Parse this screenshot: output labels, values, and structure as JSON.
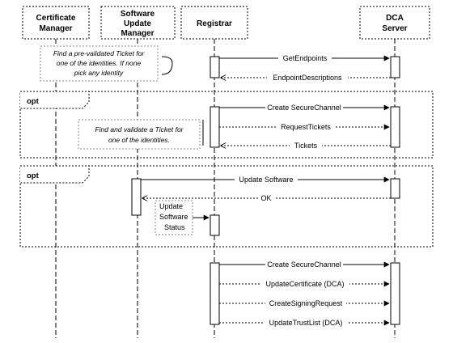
{
  "diagram": {
    "type": "sequence",
    "participants": [
      {
        "id": "cm",
        "lines": [
          "Certificate",
          "Manager"
        ]
      },
      {
        "id": "sum",
        "lines": [
          "Software",
          "Update",
          "Manager"
        ]
      },
      {
        "id": "reg",
        "lines": [
          "Registrar"
        ]
      },
      {
        "id": "dca",
        "lines": [
          "DCA",
          "Server"
        ]
      }
    ],
    "messages": [
      {
        "label": "GetEndpoints",
        "from": "reg",
        "to": "dca",
        "style": "solid"
      },
      {
        "label": "EndpointDescriptions",
        "from": "dca",
        "to": "reg",
        "style": "dotted"
      },
      {
        "label": "Create SecureChannel",
        "from": "reg",
        "to": "dca",
        "style": "solid"
      },
      {
        "label": "RequestTickets",
        "from": "reg",
        "to": "dca",
        "style": "dotted"
      },
      {
        "label": "Tickets",
        "from": "dca",
        "to": "reg",
        "style": "dotted"
      },
      {
        "label": "Update Software",
        "from": "sum",
        "to": "dca",
        "style": "solid"
      },
      {
        "label": "OK",
        "from": "dca",
        "to": "sum",
        "style": "dotted"
      },
      {
        "label": "Create SecureChannel",
        "from": "reg",
        "to": "dca",
        "style": "solid"
      },
      {
        "label": "UpdateCertificate (DCA)",
        "from": "reg",
        "to": "dca",
        "style": "dotted"
      },
      {
        "label": "CreateSigningRequest",
        "from": "reg",
        "to": "dca",
        "style": "dotted"
      },
      {
        "label": "UpdateTrustList (DCA)",
        "from": "reg",
        "to": "dca",
        "style": "dotted"
      }
    ],
    "notes": [
      {
        "lines": [
          "Find a pre-validated Ticket for",
          "one of the identities. If none",
          "pick any identity"
        ]
      },
      {
        "lines": [
          "Find and validate a Ticket for",
          "one of the identities."
        ]
      },
      {
        "lines": [
          "Update",
          "Software",
          "Status"
        ]
      }
    ],
    "fragments": [
      {
        "label": "opt"
      },
      {
        "label": "opt"
      }
    ]
  }
}
